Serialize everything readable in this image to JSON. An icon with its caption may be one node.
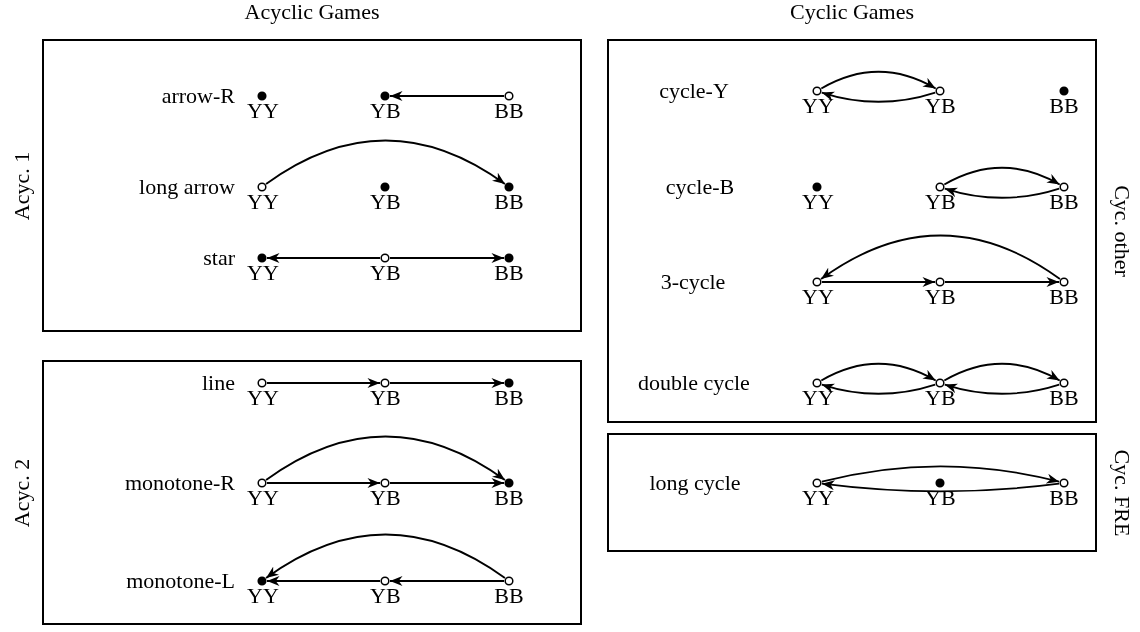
{
  "diagram": {
    "nodes": [
      {
        "text": [
          "Acyc. 1"
        ]
      },
      {
        "text": [
          "YY"
        ],
        "in": 0
      },
      {
        "text": [
          "YB"
        ],
        "in": 0
      },
      {
        "text": [
          "BB"
        ],
        "in": 0
      },
      {
        "text": [
          "YY"
        ],
        "in": 0
      },
      {
        "text": [
          "YB"
        ],
        "in": 0
      },
      {
        "text": [
          "BB"
        ],
        "in": 0
      },
      {
        "text": [
          "YY"
        ],
        "in": 0
      },
      {
        "text": [
          "YB"
        ],
        "in": 0
      },
      {
        "text": [
          "BB"
        ],
        "in": 0
      },
      {
        "text": [
          "Acyc. 2"
        ]
      },
      {
        "text": [
          "YY"
        ],
        "in": 10
      },
      {
        "text": [
          "YB"
        ],
        "in": 10
      },
      {
        "text": [
          "BB"
        ],
        "in": 10
      },
      {
        "text": [
          "YY"
        ],
        "in": 10
      },
      {
        "text": [
          "YB"
        ],
        "in": 10
      },
      {
        "text": [
          "BB"
        ],
        "in": 10
      },
      {
        "text": [
          "YY"
        ],
        "in": 10
      },
      {
        "text": [
          "YB"
        ],
        "in": 10
      },
      {
        "text": [
          "BB"
        ],
        "in": 10
      },
      {
        "text": [
          "Cyc. other"
        ]
      },
      {
        "text": [
          "YY"
        ],
        "in": 20
      },
      {
        "text": [
          "YB"
        ],
        "in": 20
      },
      {
        "text": [
          "BB"
        ],
        "in": 20
      },
      {
        "text": [
          "YY"
        ],
        "in": 20
      },
      {
        "text": [
          "YB"
        ],
        "in": 20
      },
      {
        "text": [
          "BB"
        ],
        "in": 20
      },
      {
        "text": [
          "YY"
        ],
        "in": 20
      },
      {
        "text": [
          "YB"
        ],
        "in": 20
      },
      {
        "text": [
          "BB"
        ],
        "in": 20
      },
      {
        "text": [
          "YY"
        ],
        "in": 20
      },
      {
        "text": [
          "YB"
        ],
        "in": 20
      },
      {
        "text": [
          "BB"
        ],
        "in": 20
      },
      {
        "text": [
          "Cyc. FRE"
        ]
      },
      {
        "text": [
          "YY"
        ],
        "in": 33
      },
      {
        "text": [
          "YB"
        ],
        "in": 33
      },
      {
        "text": [
          "BB"
        ],
        "in": 33
      }
    ],
    "edges": [
      {
        "from": 3,
        "to": 2,
        "arrow": "to"
      },
      {
        "from": 4,
        "to": 6,
        "arrow": "to"
      },
      {
        "from": 8,
        "to": 7,
        "arrow": "to"
      },
      {
        "from": 8,
        "to": 9,
        "arrow": "to"
      },
      {
        "from": 11,
        "to": 12,
        "arrow": "to"
      },
      {
        "from": 12,
        "to": 13,
        "arrow": "to"
      },
      {
        "from": 14,
        "to": 15,
        "arrow": "to"
      },
      {
        "from": 15,
        "to": 16,
        "arrow": "to"
      },
      {
        "from": 14,
        "to": 16,
        "arrow": "to"
      },
      {
        "from": 19,
        "to": 18,
        "arrow": "to"
      },
      {
        "from": 18,
        "to": 17,
        "arrow": "to"
      },
      {
        "from": 19,
        "to": 17,
        "arrow": "to"
      },
      {
        "from": 21,
        "to": 22,
        "arrow": "to"
      },
      {
        "from": 22,
        "to": 21,
        "arrow": "to"
      },
      {
        "from": 25,
        "to": 26,
        "arrow": "to"
      },
      {
        "from": 26,
        "to": 25,
        "arrow": "to"
      },
      {
        "from": 27,
        "to": 28,
        "arrow": "to"
      },
      {
        "from": 28,
        "to": 29,
        "arrow": "to"
      },
      {
        "from": 29,
        "to": 27,
        "arrow": "to"
      },
      {
        "from": 30,
        "to": 31,
        "arrow": "to"
      },
      {
        "from": 31,
        "to": 30,
        "arrow": "to"
      },
      {
        "from": 31,
        "to": 32,
        "arrow": "to"
      },
      {
        "from": 32,
        "to": 31,
        "arrow": "to"
      },
      {
        "from": 34,
        "to": 36,
        "arrow": "to"
      },
      {
        "from": 36,
        "to": 34,
        "arrow": "to"
      }
    ],
    "labels": [
      "Acyclic Games",
      "Cyclic Games",
      "arrow-R",
      "long arrow",
      "star",
      "line",
      "monotone-R",
      "monotone-L",
      "cycle-Y",
      "cycle-B",
      "3-cycle",
      "double cycle",
      "long cycle"
    ]
  }
}
